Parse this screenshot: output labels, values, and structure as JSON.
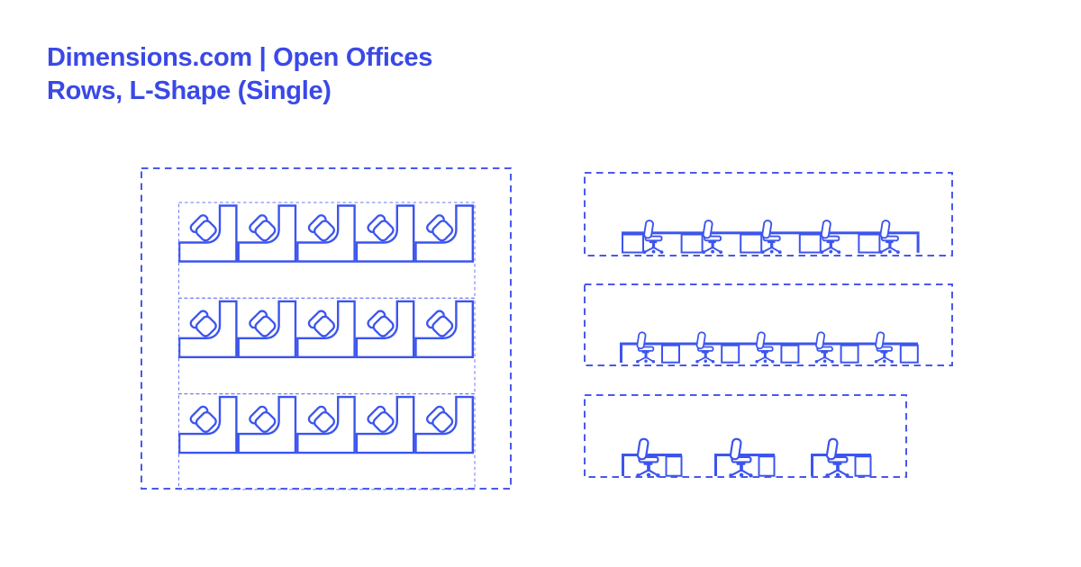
{
  "header": {
    "title_line1": "Dimensions.com | Open Offices",
    "title_line2": "Rows, L-Shape (Single)",
    "color": "#3a49e6"
  },
  "colors": {
    "line": "#3c55ee",
    "boundary_dash": "#4a59ec",
    "clearance_dash": "#6b78f2",
    "fill": "#ffffff"
  },
  "diagram": {
    "plan_panel": {
      "name": "plan-view-rows-panel",
      "rows": 3,
      "desks_per_row": 5,
      "desk_type": "l-shape-single",
      "chair_icon": "office-chair-top-icon"
    },
    "elevation_panels": [
      {
        "name": "elevation-row-front-panel",
        "units": 5,
        "variant": "pedestal-left",
        "chair_icon": "office-chair-side-icon"
      },
      {
        "name": "elevation-row-back-panel",
        "units": 5,
        "variant": "pedestal-right",
        "chair_icon": "office-chair-side-icon"
      },
      {
        "name": "elevation-detached-panel",
        "units": 3,
        "variant": "detached",
        "chair_icon": "office-chair-side-icon"
      }
    ]
  }
}
